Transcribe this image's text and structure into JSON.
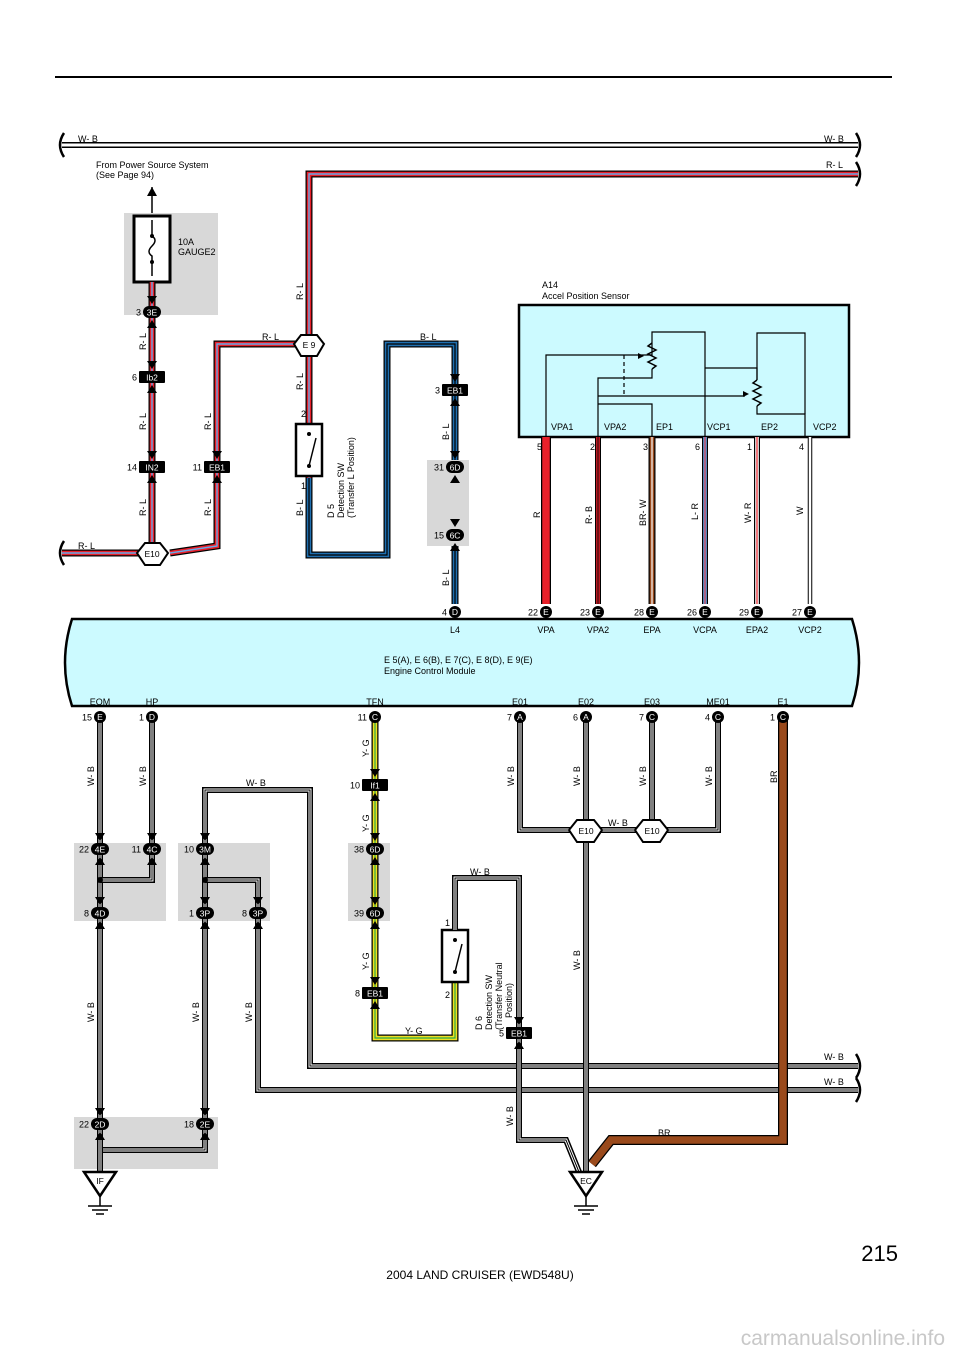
{
  "page": {
    "page_number": "215",
    "footer": "2004 LAND CRUISER (EWD548U)",
    "watermark": "carmanualsonline.info"
  },
  "colors": {
    "R": "#e8202a",
    "L": "#6aa8e6",
    "B": "#1a1a1a",
    "W": "#ffffff",
    "BR": "#9a4a1c",
    "Y": "#f0e020",
    "G": "#2ea84a",
    "ecm_fill": "#ccfaff"
  },
  "buses": {
    "top_left_wire": "W- B",
    "top_right_wire": "W- B",
    "top_right_rl": "R- L",
    "power_note_1": "From Power Source System",
    "power_note_2": "(See Page 94)",
    "left_rl": "R- L",
    "bottom_wb_1": "W- B",
    "bottom_wb_2": "W- B"
  },
  "fuse": {
    "rating": "10A",
    "name": "GAUGE2"
  },
  "sensor": {
    "code": "A14",
    "name": "Accel Position Sensor",
    "terminals": [
      "VPA1",
      "VPA2",
      "EP1",
      "VCP1",
      "EP2",
      "VCP2"
    ],
    "pins": [
      "5",
      "2",
      "3",
      "6",
      "1",
      "4"
    ],
    "wire_labels": [
      "R",
      "R- B",
      "BR- W",
      "L- R",
      "W- R",
      "W"
    ]
  },
  "d5": {
    "code": "D 5",
    "name1": "Detection SW",
    "name2": "(Transfer L Position)",
    "pin_top": "2",
    "pin_bottom": "1"
  },
  "d6": {
    "code": "D 6",
    "name1": "Detection SW",
    "name2": "(Transfer Neutral",
    "name3": "Position)",
    "pin_top": "1",
    "pin_bottom": "2"
  },
  "ecm": {
    "codes": "E 5(A), E 6(B), E 7(C), E 8(D), E 9(E)",
    "name": "Engine Control Module",
    "top_pins": [
      {
        "num": "4",
        "conn": "D",
        "term": "L4"
      },
      {
        "num": "22",
        "conn": "E",
        "term": "VPA"
      },
      {
        "num": "23",
        "conn": "E",
        "term": "VPA2"
      },
      {
        "num": "28",
        "conn": "E",
        "term": "EPA"
      },
      {
        "num": "26",
        "conn": "E",
        "term": "VCPA"
      },
      {
        "num": "29",
        "conn": "E",
        "term": "EPA2"
      },
      {
        "num": "27",
        "conn": "E",
        "term": "VCP2"
      }
    ],
    "bottom_pins": [
      {
        "num": "15",
        "conn": "E",
        "term": "EOM"
      },
      {
        "num": "1",
        "conn": "D",
        "term": "HP"
      },
      {
        "num": "11",
        "conn": "C",
        "term": "TFN"
      },
      {
        "num": "7",
        "conn": "A",
        "term": "E01"
      },
      {
        "num": "6",
        "conn": "A",
        "term": "E02"
      },
      {
        "num": "7",
        "conn": "C",
        "term": "E03"
      },
      {
        "num": "4",
        "conn": "C",
        "term": "ME01"
      },
      {
        "num": "1",
        "conn": "C",
        "term": "E1"
      }
    ]
  },
  "connectors": {
    "c3E": {
      "num": "3",
      "label": "3E"
    },
    "cIb2": {
      "num": "6",
      "label": "Ib2"
    },
    "cIN2": {
      "num": "14",
      "label": "IN2"
    },
    "cEB1a": {
      "num": "11",
      "label": "EB1"
    },
    "cEB1b": {
      "num": "3",
      "label": "EB1"
    },
    "c6D_31": {
      "num": "31",
      "label": "6D"
    },
    "c6C_15": {
      "num": "15",
      "label": "6C"
    },
    "cIf1": {
      "num": "10",
      "label": "If1"
    },
    "c6D_38": {
      "num": "38",
      "label": "6D"
    },
    "c6D_39": {
      "num": "39",
      "label": "6D"
    },
    "cEB1c": {
      "num": "8",
      "label": "EB1"
    },
    "cEB1d": {
      "num": "5",
      "label": "EB1"
    },
    "c4E": {
      "num": "22",
      "label": "4E"
    },
    "c4C": {
      "num": "11",
      "label": "4C"
    },
    "c4D": {
      "num": "8",
      "label": "4D"
    },
    "c3M": {
      "num": "10",
      "label": "3M"
    },
    "c3P_1": {
      "num": "1",
      "label": "3P"
    },
    "c3P_8": {
      "num": "8",
      "label": "3P"
    },
    "c2D": {
      "num": "22",
      "label": "2D"
    },
    "c2E": {
      "num": "18",
      "label": "2E"
    }
  },
  "junctions": {
    "E9": "E 9",
    "E10_left": "E10",
    "E10_a": "E10",
    "E10_b": "E10"
  },
  "grounds": {
    "IF": "IF",
    "EC": "EC"
  },
  "wire_labels": {
    "rl_3e": "R- L",
    "rl_ib2": "R- L",
    "rl_in2": "R- L",
    "rl_eb1a_up": "R- L",
    "rl_eb1a_down": "R- L",
    "rl_e9_left": "R- L",
    "rl_e9_up": "R- L",
    "rl_e9_down": "R- L",
    "bl_top": "B- L",
    "bl_eb1": "B- L",
    "bl_d5": "B- L",
    "bl_6c": "B- L",
    "wb_eom": "W- B",
    "wb_hp": "W- B",
    "wb_3m": "W- B",
    "wb_4d": "W- B",
    "wb_3p1": "W- B",
    "wb_3p8": "W- B",
    "yg_tfn": "Y- G",
    "yg_if1": "Y- G",
    "yg_6d": "Y- G",
    "yg_bottom": "Y- G",
    "wb_e01": "W- B",
    "wb_e02": "W- B",
    "wb_e03": "W- B",
    "wb_me01": "W- B",
    "wb_e10": "W- B",
    "wb_d6": "W- B",
    "wb_e10down": "W- B",
    "wb_eb1": "W- B",
    "br_e1": "BR",
    "br_bottom": "BR"
  }
}
